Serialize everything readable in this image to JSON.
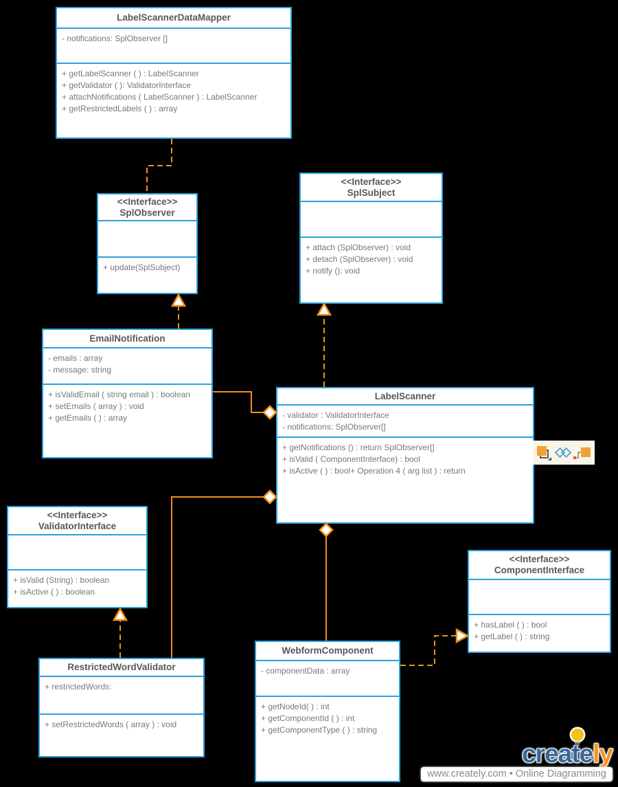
{
  "canvas": {
    "background": "#000000"
  },
  "colors": {
    "box_border": "#2BA2DB",
    "box_fill": "#FFFFFF",
    "title_text": "#58585A",
    "body_text": "#77787B",
    "connector_orange": "#F39019",
    "logo_blue": "#33679B",
    "logo_orange": "#F7941E",
    "bulb_yellow": "#F2C313"
  },
  "classes": [
    {
      "title": "LabelScannerDataMapper",
      "stereotype": "",
      "attributes": [
        "- notifications: SplObserver []"
      ],
      "methods": [
        "+ getLabelScanner ( ) : LabelScanner",
        "+ getValidator ( ): ValidatorInterface",
        "+ attachNotifications  ( LabelScanner ) : LabelScanner",
        "+ getRestrictedLabels ( ) : array"
      ]
    },
    {
      "title": "SplObserver",
      "stereotype": "<<Interface>>",
      "attributes": [],
      "methods": [
        "+ update(SplSubject)"
      ]
    },
    {
      "title": "SplSubject",
      "stereotype": "<<Interface>>",
      "attributes": [],
      "methods": [
        "+ attach (SplObserver) : void",
        "+ detach (SplObserver) : void",
        "+ notify (): void"
      ]
    },
    {
      "title": "EmailNotification",
      "stereotype": "",
      "attributes": [
        "- emails : array",
        "- message: string"
      ],
      "methods": [
        "+ isValidEmail ( string email ) : boolean",
        "+ setEmails ( array ) : void",
        "+ getEmails ( ) : array"
      ]
    },
    {
      "title": "LabelScanner",
      "stereotype": "",
      "attributes": [
        "-  validator : ValidatorInterface",
        "- notifications:  SplObserver[]"
      ],
      "methods": [
        "+  getNotifications () : return SplObserver[]",
        "+ isValid ( ComponentInterface) : bool",
        "+ isActive ( ) : bool+ Operation 4 ( arg list ) : return"
      ]
    },
    {
      "title": "ValidatorInterface",
      "stereotype": "<<Interface>>",
      "attributes": [],
      "methods": [
        "+ isValid (String) : boolean",
        "+ isActive (  ) : boolean"
      ]
    },
    {
      "title": "ComponentInterface",
      "stereotype": "<<Interface>>",
      "attributes": [],
      "methods": [
        "+ hasLabel ( ) : bool",
        "+ getLabel ( ) : string"
      ]
    },
    {
      "title": "RestrictedWordValidator",
      "stereotype": "",
      "attributes": [
        "+ restrictedWords:"
      ],
      "methods": [
        "+ setRestrictedWords ( array ) : void"
      ]
    },
    {
      "title": "WebformComponent",
      "stereotype": "",
      "attributes": [
        "- componentData  : array"
      ],
      "methods": [
        "+ getNodeId( ) : int",
        "+ getComponentId ( ) : int",
        "+ getComponentType ( ) : string"
      ]
    }
  ],
  "relationships": [
    {
      "from": "LabelScannerDataMapper",
      "to": "SplObserver",
      "type": "dashed-dependency"
    },
    {
      "from": "EmailNotification",
      "to": "SplObserver",
      "type": "realization"
    },
    {
      "from": "LabelScanner",
      "to": "SplSubject",
      "type": "realization"
    },
    {
      "from": "EmailNotification",
      "to": "LabelScanner",
      "type": "aggregation"
    },
    {
      "from": "RestrictedWordValidator",
      "to": "LabelScanner",
      "type": "aggregation"
    },
    {
      "from": "WebformComponent",
      "to": "LabelScanner",
      "type": "aggregation"
    },
    {
      "from": "RestrictedWordValidator",
      "to": "ValidatorInterface",
      "type": "realization"
    },
    {
      "from": "WebformComponent",
      "to": "ComponentInterface",
      "type": "realization"
    }
  ],
  "toolbar": {
    "icons": [
      "shape-icon",
      "connector-link-icon",
      "connect-shape-icon"
    ]
  },
  "branding": {
    "logo_create": "create",
    "logo_ly": "ly",
    "tagline": "www.creately.com • Online Diagramming"
  }
}
